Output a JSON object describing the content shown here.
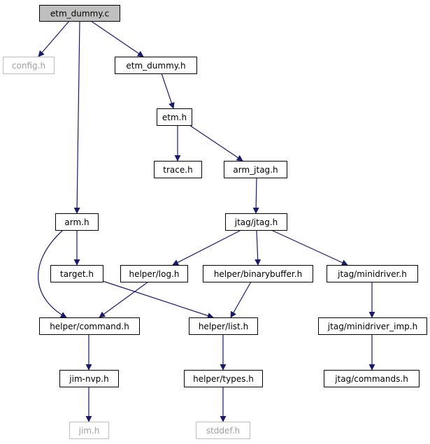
{
  "colors": {
    "edge": "#191970",
    "root_fill": "#bfbfbf",
    "external_border": "#bfbfbf",
    "external_text": "#a0a0a0"
  },
  "nodes": [
    {
      "id": "etm_dummy_c",
      "label": "etm_dummy.c",
      "style": "root"
    },
    {
      "id": "config_h",
      "label": "config.h",
      "style": "external"
    },
    {
      "id": "etm_dummy_h",
      "label": "etm_dummy.h",
      "style": "normal"
    },
    {
      "id": "etm_h",
      "label": "etm.h",
      "style": "normal"
    },
    {
      "id": "trace_h",
      "label": "trace.h",
      "style": "normal"
    },
    {
      "id": "arm_jtag_h",
      "label": "arm_jtag.h",
      "style": "normal"
    },
    {
      "id": "arm_h",
      "label": "arm.h",
      "style": "normal"
    },
    {
      "id": "jtag_jtag_h",
      "label": "jtag/jtag.h",
      "style": "normal"
    },
    {
      "id": "target_h",
      "label": "target.h",
      "style": "normal"
    },
    {
      "id": "helper_log_h",
      "label": "helper/log.h",
      "style": "normal"
    },
    {
      "id": "helper_binarybuffer_h",
      "label": "helper/binarybuffer.h",
      "style": "normal"
    },
    {
      "id": "jtag_minidriver_h",
      "label": "jtag/minidriver.h",
      "style": "normal"
    },
    {
      "id": "helper_command_h",
      "label": "helper/command.h",
      "style": "normal"
    },
    {
      "id": "helper_list_h",
      "label": "helper/list.h",
      "style": "normal"
    },
    {
      "id": "jtag_minidriver_imp_h",
      "label": "jtag/minidriver_imp.h",
      "style": "normal"
    },
    {
      "id": "jim_nvp_h",
      "label": "jim-nvp.h",
      "style": "normal"
    },
    {
      "id": "helper_types_h",
      "label": "helper/types.h",
      "style": "normal"
    },
    {
      "id": "jtag_commands_h",
      "label": "jtag/commands.h",
      "style": "normal"
    },
    {
      "id": "jim_h",
      "label": "jim.h",
      "style": "external"
    },
    {
      "id": "stddef_h",
      "label": "stddef.h",
      "style": "external"
    }
  ],
  "edges": [
    {
      "from": "etm_dummy_c",
      "to": "config_h"
    },
    {
      "from": "etm_dummy_c",
      "to": "etm_dummy_h"
    },
    {
      "from": "etm_dummy_c",
      "to": "arm_h"
    },
    {
      "from": "etm_dummy_h",
      "to": "etm_h"
    },
    {
      "from": "etm_h",
      "to": "trace_h"
    },
    {
      "from": "etm_h",
      "to": "arm_jtag_h"
    },
    {
      "from": "arm_jtag_h",
      "to": "jtag_jtag_h"
    },
    {
      "from": "arm_h",
      "to": "target_h"
    },
    {
      "from": "arm_h",
      "to": "helper_command_h"
    },
    {
      "from": "jtag_jtag_h",
      "to": "helper_log_h"
    },
    {
      "from": "jtag_jtag_h",
      "to": "helper_binarybuffer_h"
    },
    {
      "from": "jtag_jtag_h",
      "to": "jtag_minidriver_h"
    },
    {
      "from": "target_h",
      "to": "helper_list_h"
    },
    {
      "from": "helper_log_h",
      "to": "helper_command_h"
    },
    {
      "from": "helper_binarybuffer_h",
      "to": "helper_list_h"
    },
    {
      "from": "jtag_minidriver_h",
      "to": "jtag_minidriver_imp_h"
    },
    {
      "from": "helper_command_h",
      "to": "jim_nvp_h"
    },
    {
      "from": "helper_list_h",
      "to": "helper_types_h"
    },
    {
      "from": "jtag_minidriver_imp_h",
      "to": "jtag_commands_h"
    },
    {
      "from": "jim_nvp_h",
      "to": "jim_h"
    },
    {
      "from": "helper_types_h",
      "to": "stddef_h"
    }
  ]
}
